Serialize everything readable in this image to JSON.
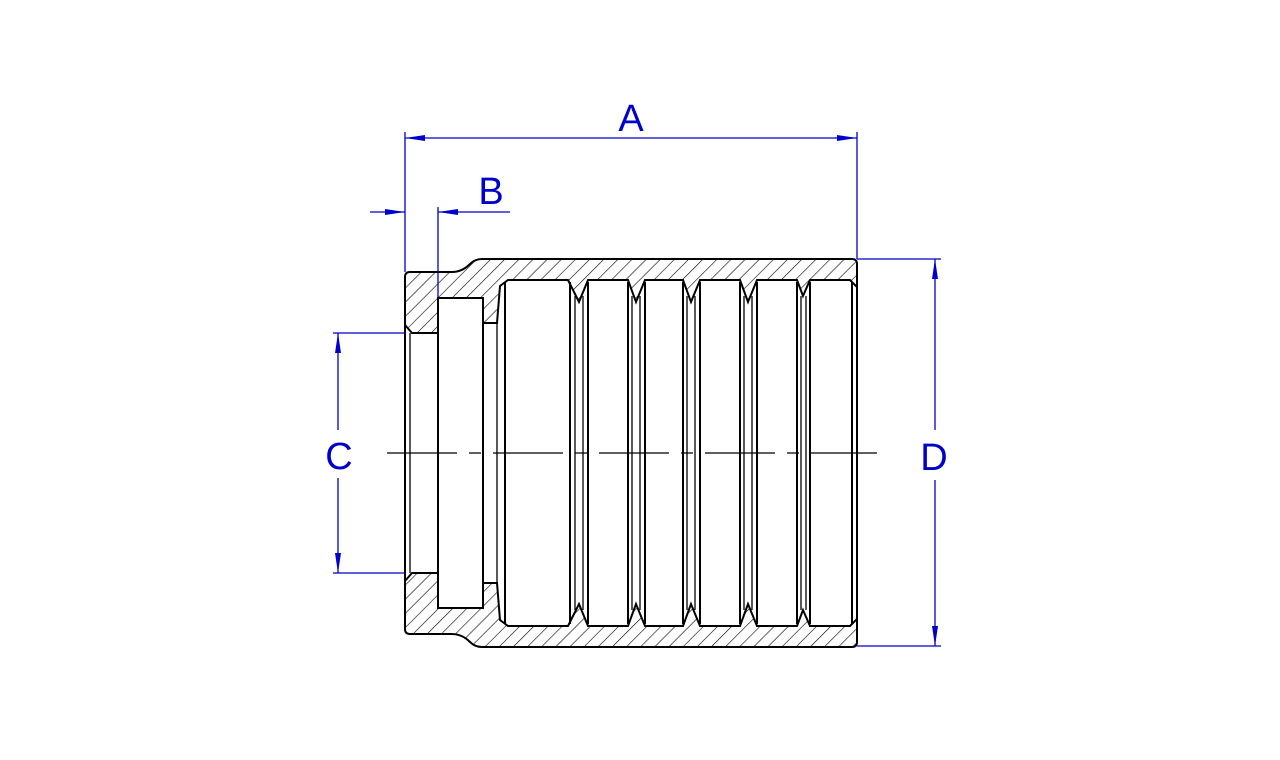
{
  "drawing": {
    "dimensions": {
      "a_label": "A",
      "b_label": "B",
      "c_label": "C",
      "d_label": "D"
    },
    "colors": {
      "dimension": "#0000cc",
      "outline": "#000000"
    }
  }
}
